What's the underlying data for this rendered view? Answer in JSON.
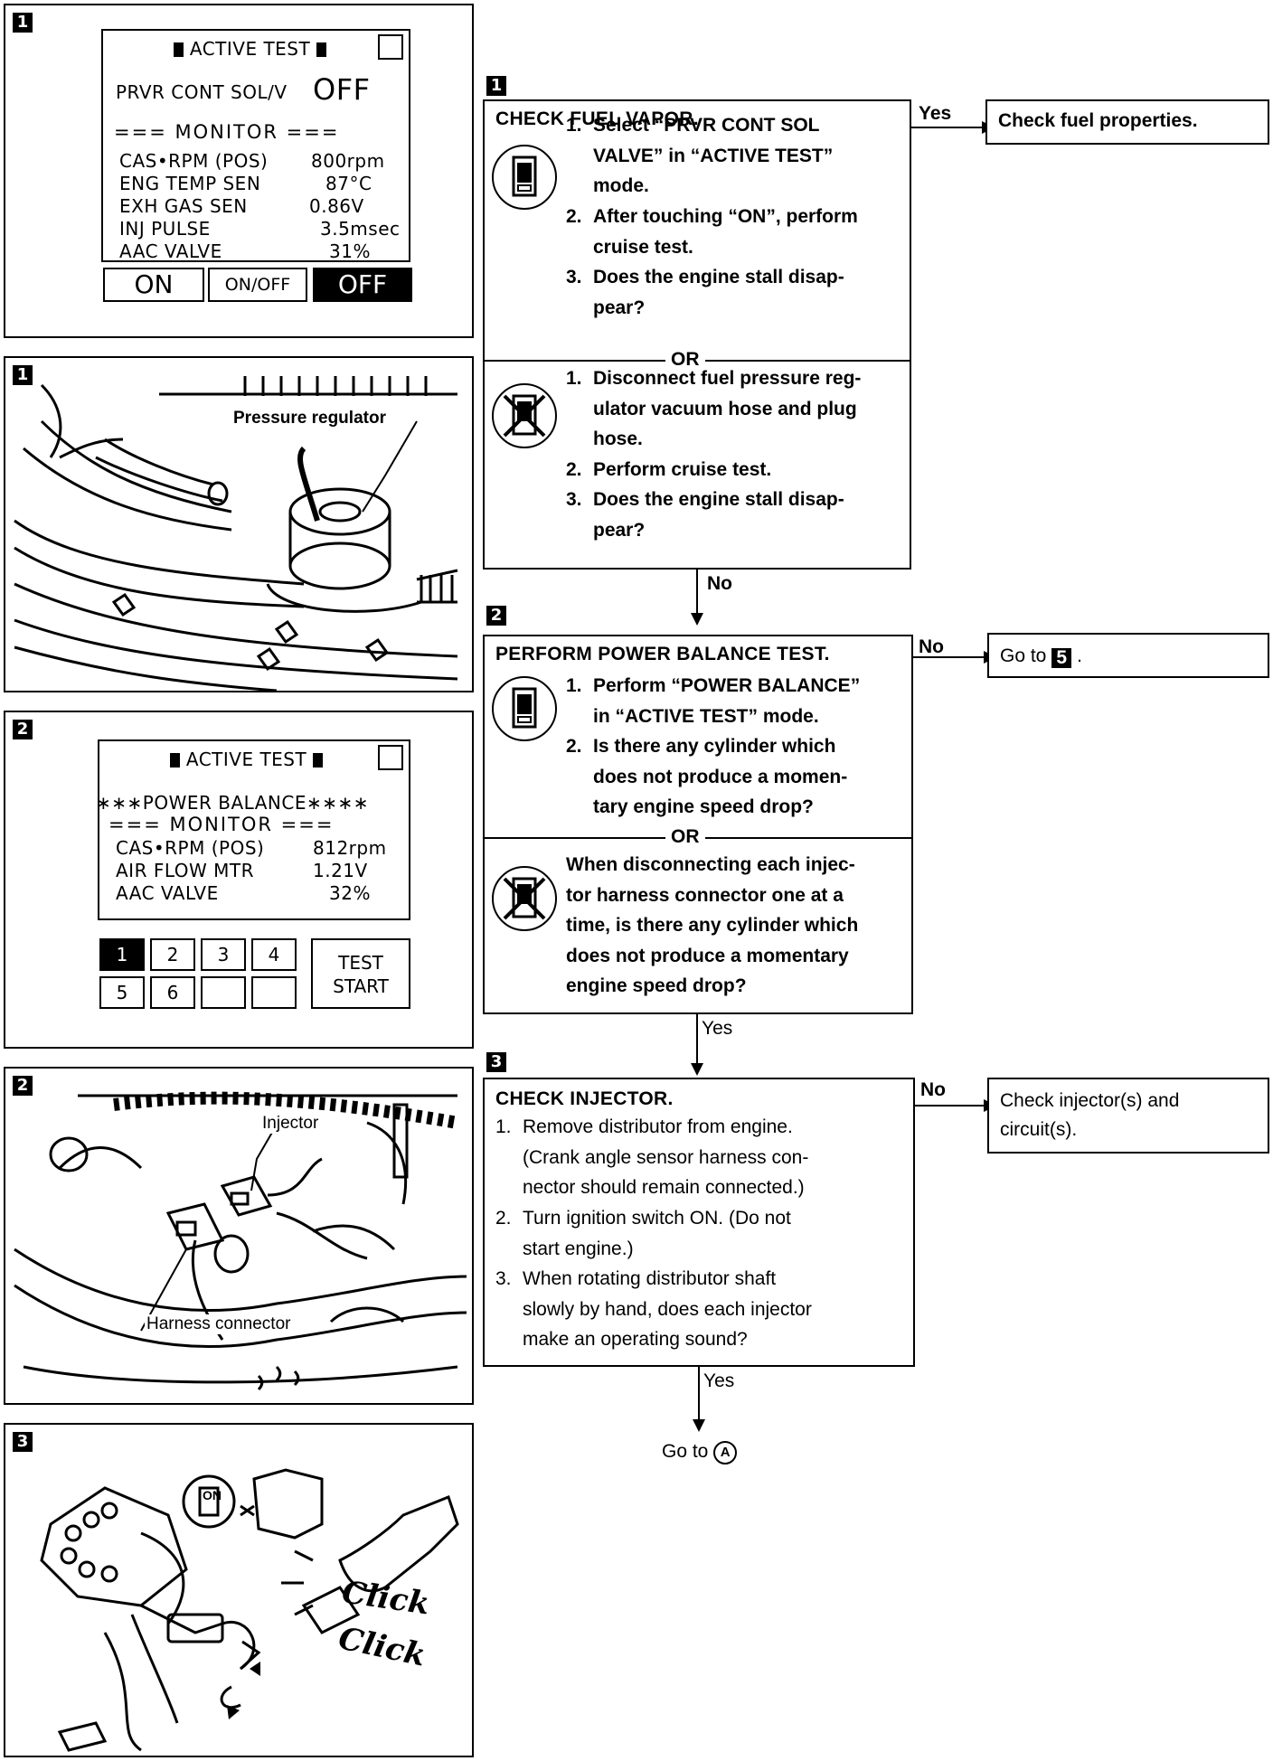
{
  "panel1_screen": {
    "badge": "1",
    "header": "ACTIVE TEST",
    "item_label": "PRVR CONT SOL/V",
    "item_value": "OFF",
    "monitor_header": "=== MONITOR ===",
    "rows": [
      {
        "label": "CAS•RPM (POS)",
        "value": "800rpm"
      },
      {
        "label": "ENG TEMP SEN",
        "value": "87°C"
      },
      {
        "label": "EXH GAS SEN",
        "value": "0.86V"
      },
      {
        "label": "INJ PULSE",
        "value": "3.5msec"
      },
      {
        "label": "AAC VALVE",
        "value": "31%"
      }
    ],
    "buttons": [
      "ON",
      "ON/OFF",
      "OFF"
    ]
  },
  "panel1_photo": {
    "badge": "1",
    "label": "Pressure regulator"
  },
  "panel2_screen": {
    "badge": "2",
    "header": "ACTIVE TEST",
    "item_label": "∗∗∗POWER BALANCE∗∗∗∗",
    "monitor_header": "=== MONITOR ===",
    "rows": [
      {
        "label": "CAS•RPM (POS)",
        "value": "812rpm"
      },
      {
        "label": "AIR FLOW MTR",
        "value": "1.21V"
      },
      {
        "label": "AAC VALVE",
        "value": "32%"
      }
    ],
    "cylinders": [
      "1",
      "2",
      "3",
      "4",
      "5",
      "6",
      "",
      ""
    ],
    "test_start": [
      "TEST",
      "START"
    ]
  },
  "panel2_photo": {
    "badge": "2",
    "injector_label": "Injector",
    "harness_label": "Harness connector"
  },
  "panel3_illus": {
    "badge": "3",
    "key_label": "ON",
    "click1": "Click",
    "click2": "Click"
  },
  "flow": {
    "step1": {
      "badge": "1",
      "title": "CHECK FUEL VAPOR.",
      "a_steps": [
        {
          "n": "1.",
          "text": "Select “PRVR CONT SOL\nVALVE” in “ACTIVE TEST”\nmode."
        },
        {
          "n": "2.",
          "text": "After touching “ON”, perform\ncruise test."
        },
        {
          "n": "3.",
          "text": "Does the engine stall disap-\npear?"
        }
      ],
      "or": "OR",
      "b_steps": [
        {
          "n": "1.",
          "text": "Disconnect fuel pressure reg-\nulator vacuum hose and plug\nhose."
        },
        {
          "n": "2.",
          "text": "Perform cruise test."
        },
        {
          "n": "3.",
          "text": "Does the engine stall disap-\npear?"
        }
      ],
      "yes_label": "Yes",
      "yes_result": "Check fuel properties.",
      "no_label": "No"
    },
    "step2": {
      "badge": "2",
      "title": "PERFORM POWER BALANCE TEST.",
      "a_steps": [
        {
          "n": "1.",
          "text": "Perform “POWER BALANCE”\nin “ACTIVE TEST” mode."
        },
        {
          "n": "2.",
          "text": "Is there any cylinder which\ndoes not produce a momen-\ntary engine speed drop?"
        }
      ],
      "or": "OR",
      "b_text": "When disconnecting each injec-\ntor harness connector one at a\ntime, is there any cylinder which\ndoes not produce a momentary\nengine speed drop?",
      "no_label": "No",
      "no_result_prefix": "Go to",
      "no_result_badge": "5",
      "no_result_suffix": ".",
      "yes_label": "Yes"
    },
    "step3": {
      "badge": "3",
      "title": "CHECK INJECTOR.",
      "steps": [
        {
          "n": "1.",
          "text": "Remove distributor from engine.\n(Crank angle sensor harness con-\nnector should remain connected.)"
        },
        {
          "n": "2.",
          "text": "Turn ignition switch ON. (Do not\nstart engine.)"
        },
        {
          "n": "3.",
          "text": "When rotating distributor shaft\nslowly by hand, does each injector\nmake an operating sound?"
        }
      ],
      "no_label": "No",
      "no_result": "Check injector(s) and\ncircuit(s).",
      "yes_label": "Yes",
      "goto": "Go to",
      "goto_badge": "A"
    }
  }
}
